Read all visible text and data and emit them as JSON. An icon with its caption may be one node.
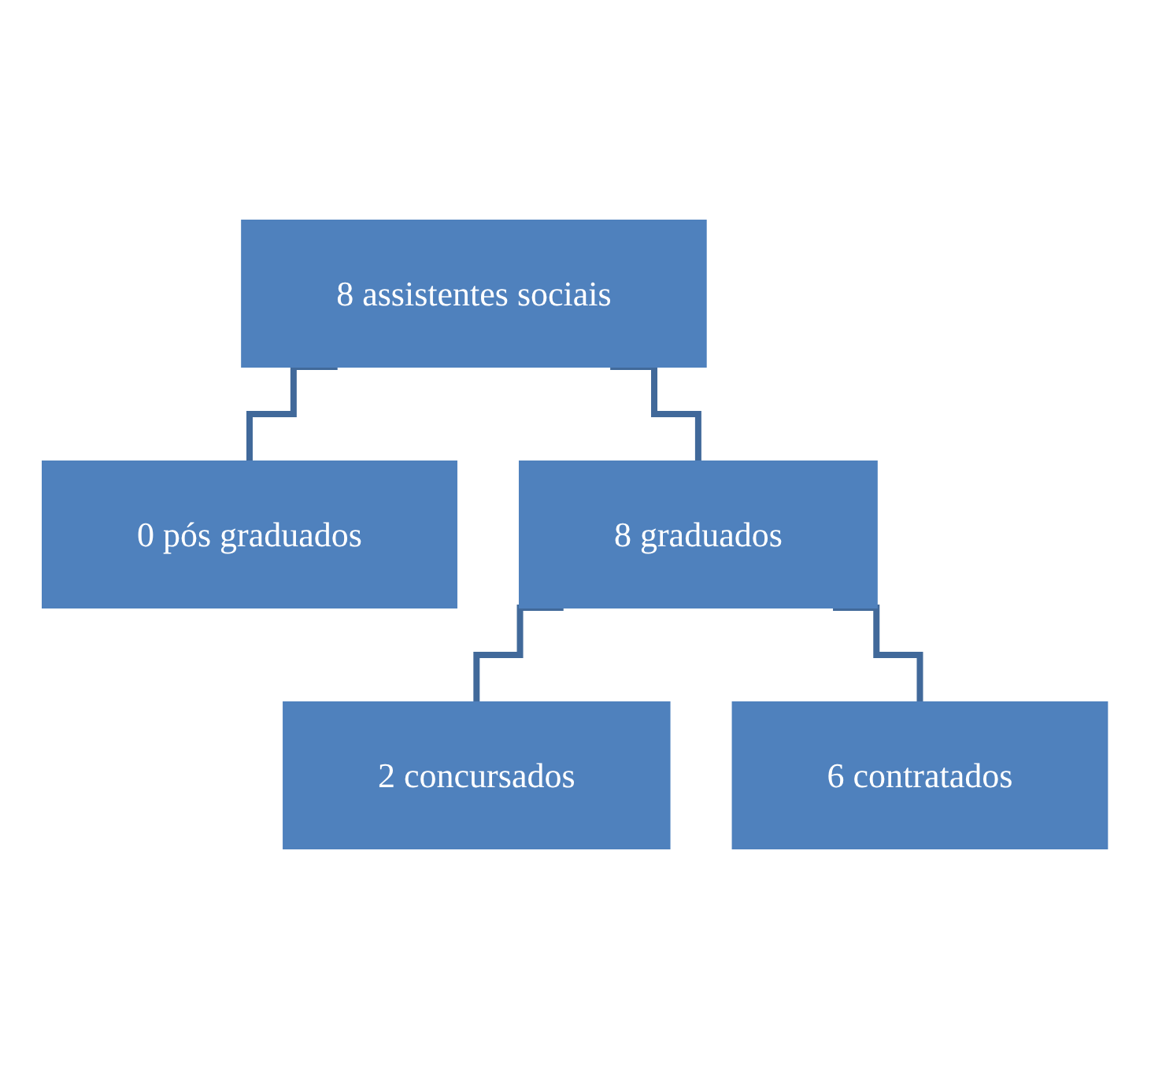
{
  "diagram": {
    "nodes": [
      {
        "text": [
          "8 assistentes sociais"
        ]
      },
      {
        "text": [
          "0 pós graduados"
        ]
      },
      {
        "text": [
          "8 graduados"
        ]
      },
      {
        "text": [
          "2 concursados"
        ]
      },
      {
        "text": [
          "6 contratados"
        ]
      }
    ],
    "edges": [
      {
        "from": 0,
        "to": 1,
        "arrow": "none"
      },
      {
        "from": 0,
        "to": 2,
        "arrow": "none"
      },
      {
        "from": 2,
        "to": 3,
        "arrow": "none"
      },
      {
        "from": 2,
        "to": 4,
        "arrow": "none"
      }
    ]
  }
}
